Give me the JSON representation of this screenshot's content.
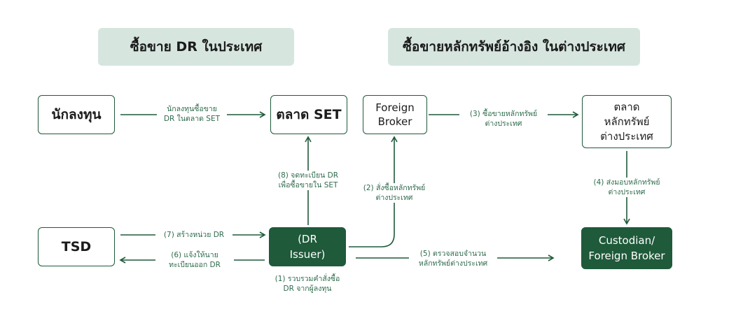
{
  "headers": {
    "left": "ซื้อขาย DR ในประเทศ",
    "right": "ซื้อขายหลักทรัพย์อ้างอิง ในต่างประเทศ"
  },
  "boxes": {
    "investor": "นักลงทุน",
    "set": "ตลาด SET",
    "foreign_broker": "Foreign\nBroker",
    "foreign_market": "ตลาด\nหลักทรัพย์\nต่างประเทศ",
    "tsd": "TSD",
    "dr_issuer": "(DR\nIssuer)",
    "custodian": "Custodian/\nForeign Broker"
  },
  "labels": {
    "investor_to_set": "นักลงทุนซื้อขาย\nDR ในตลาด SET",
    "step1": "(1) รวบรวมคำสั่งซื้อ\nDR จากผู้ลงทุน",
    "step2": "(2) สั่งซื้อหลักทรัพย์\nต่างประเทศ",
    "step3": "(3) ซื้อขายหลักทรัพย์\nต่างประเทศ",
    "step4": "(4) ส่งมอบหลักทรัพย์\nต่างประเทศ",
    "step5": "(5) ตรวจสอบจำนวน\nหลักทรัพย์ต่างประเทศ",
    "step6": "(6) แจ้งให้นาย\nทะเบียนออก DR",
    "step7": "(7) สร้างหน่วย DR",
    "step8": "(8) จดทะเบียน DR\nเพื่อซื้อขายใน SET"
  },
  "colors": {
    "accent": "#1f5a3a",
    "header_bg": "#d6e6df",
    "label_text": "#2f6b4d"
  }
}
